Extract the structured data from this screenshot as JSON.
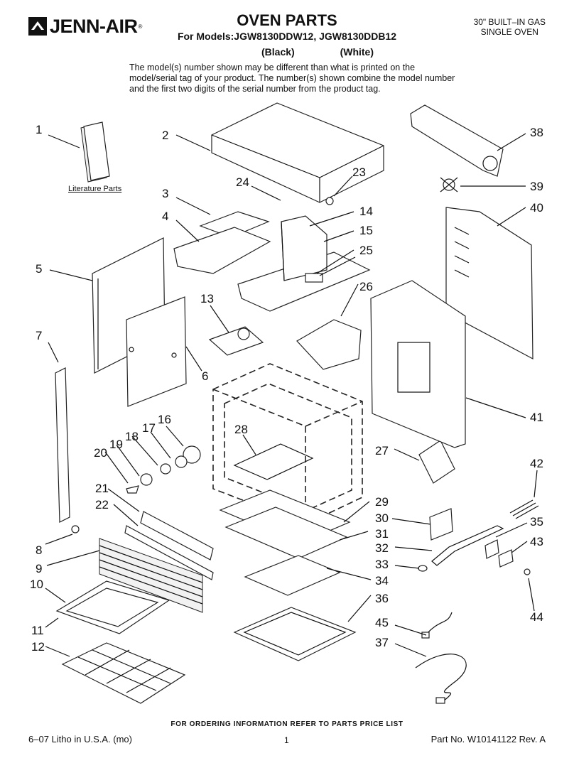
{
  "brand": {
    "logo_text": "JENN-AIR",
    "reg_mark": "®"
  },
  "header": {
    "title": "OVEN PARTS",
    "models": "For Models:JGW8130DDW12, JGW8130DDB12",
    "color_black": "(Black)",
    "color_white": "(White)",
    "oven_type_line1": "30\" BUILT–IN GAS",
    "oven_type_line2": "SINGLE OVEN",
    "notice": "The model(s) number shown may be different than what is printed on the model/serial tag of your product. The number(s) shown combine the model number and the first two digits of the serial number from the product tag."
  },
  "literature_label": "Literature Parts",
  "callouts": [
    "1",
    "2",
    "3",
    "4",
    "5",
    "6",
    "7",
    "8",
    "9",
    "10",
    "11",
    "12",
    "13",
    "14",
    "15",
    "16",
    "17",
    "18",
    "19",
    "20",
    "21",
    "22",
    "23",
    "24",
    "25",
    "26",
    "27",
    "28",
    "29",
    "30",
    "31",
    "32",
    "33",
    "34",
    "35",
    "36",
    "37",
    "38",
    "39",
    "40",
    "41",
    "42",
    "43",
    "44",
    "45"
  ],
  "footer": {
    "order_note": "FOR ORDERING INFORMATION REFER TO PARTS PRICE LIST",
    "litho": "6–07 Litho in U.S.A. (mo)",
    "page": "1",
    "part_no": "Part No. W10141122 Rev. A"
  }
}
